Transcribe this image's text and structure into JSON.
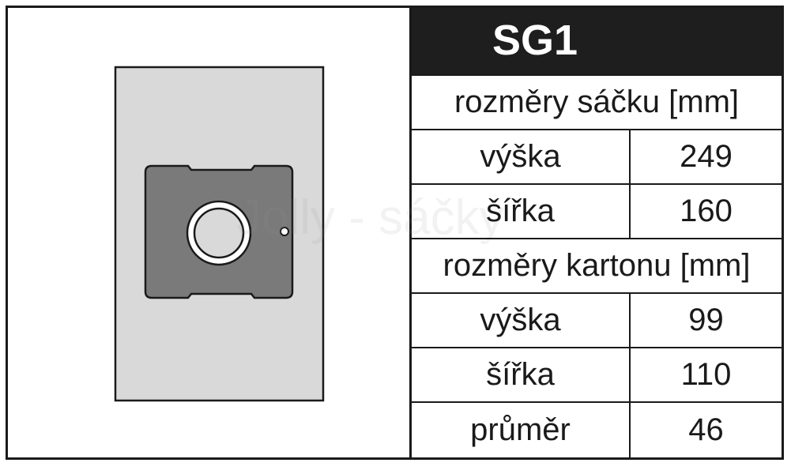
{
  "product": {
    "code": "SG1",
    "watermark": "Jolly - sáčky"
  },
  "sections": [
    {
      "title": "rozměry sáčku [mm]",
      "rows": [
        {
          "label": "výška",
          "value": "249"
        },
        {
          "label": "šířka",
          "value": "160"
        }
      ]
    },
    {
      "title": "rozměry kartonu [mm]",
      "rows": [
        {
          "label": "výška",
          "value": "99"
        },
        {
          "label": "šířka",
          "value": "110"
        },
        {
          "label": "průměr",
          "value": "46"
        }
      ]
    }
  ],
  "colors": {
    "border": "#1a1a1a",
    "title_bg": "#1e1e1e",
    "title_text": "#ffffff",
    "bag_fill": "#d9d9d9",
    "cardboard_fill": "#7a7a7a"
  }
}
